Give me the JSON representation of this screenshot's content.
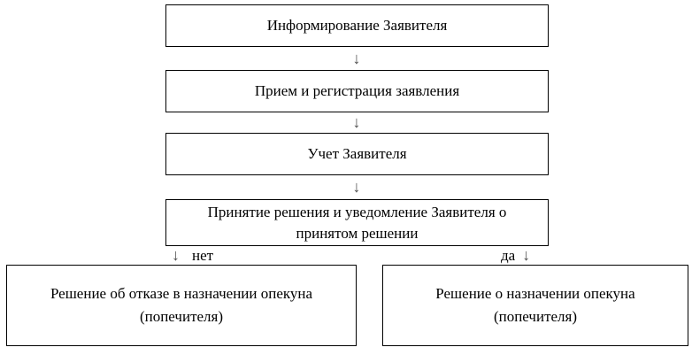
{
  "flowchart": {
    "colors": {
      "background": "#ffffff",
      "box_border": "#000000",
      "text": "#000000",
      "arrow": "#4d4d4d"
    },
    "icons": {
      "arrow_down": "↓"
    },
    "nodes": {
      "informing": {
        "label": "Информирование Заявителя"
      },
      "reception": {
        "label": "Прием и регистрация заявления"
      },
      "accounting": {
        "label": "Учет Заявителя"
      },
      "decision": {
        "label": [
          "Принятие решения и уведомление Заявителя о",
          "принятом решении"
        ]
      },
      "refusal": {
        "label": [
          "Решение об отказе в назначении опекуна",
          "(попечителя)"
        ]
      },
      "appointment": {
        "label": [
          "Решение о назначении опекуна",
          "(попечителя)"
        ]
      }
    },
    "branches": {
      "no_label": "нет",
      "yes_label": "да"
    }
  }
}
